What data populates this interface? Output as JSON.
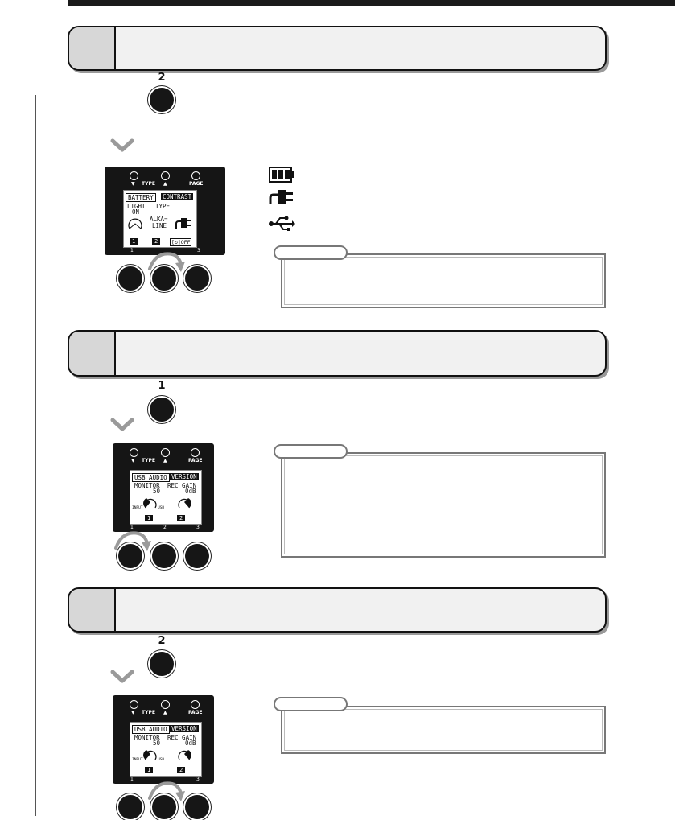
{
  "steps": [
    {
      "knob_number": "2",
      "device": {
        "top_labels": [
          "TYPE",
          "PAGE"
        ],
        "bottom_numbers": [
          "1",
          "3"
        ],
        "screen": {
          "tab_normal": "BATTERY",
          "tab_inverted": "CONTRAST",
          "col1_line1": "LIGHT",
          "col1_line2": "ON",
          "col2_line1": "TYPE",
          "value_line1": "ALKA=",
          "value_line2": "LINE",
          "pill1": "1",
          "pill2": "2",
          "pill3": "[↻]OFF"
        }
      },
      "icons": [
        "battery-icon",
        "ac-plug-icon",
        "usb-icon"
      ]
    },
    {
      "knob_number": "1",
      "device": {
        "top_labels": [
          "TYPE",
          "PAGE"
        ],
        "bottom_numbers": [
          "1",
          "2",
          "3"
        ],
        "screen": {
          "tab_normal": "USB AUDIO",
          "tab_inverted": "VERSION",
          "left_label": "MONITOR",
          "left_value": "50",
          "right_label": "REC GAIN",
          "right_value": "0dB",
          "dial_left_label": "INPUT",
          "dial_right_label": "USB",
          "pill1": "1",
          "pill2": "2"
        }
      }
    },
    {
      "knob_number": "2",
      "device": {
        "top_labels": [
          "TYPE",
          "PAGE"
        ],
        "bottom_numbers": [
          "1",
          "3"
        ],
        "screen": {
          "tab_normal": "USB AUDIO",
          "tab_inverted": "VERSION",
          "left_label": "MONITOR",
          "left_value": "50",
          "right_label": "REC GAIN",
          "right_value": "0dB",
          "dial_left_label": "INPUT",
          "dial_right_label": "USB",
          "pill1": "1",
          "pill2": "2"
        }
      }
    }
  ]
}
